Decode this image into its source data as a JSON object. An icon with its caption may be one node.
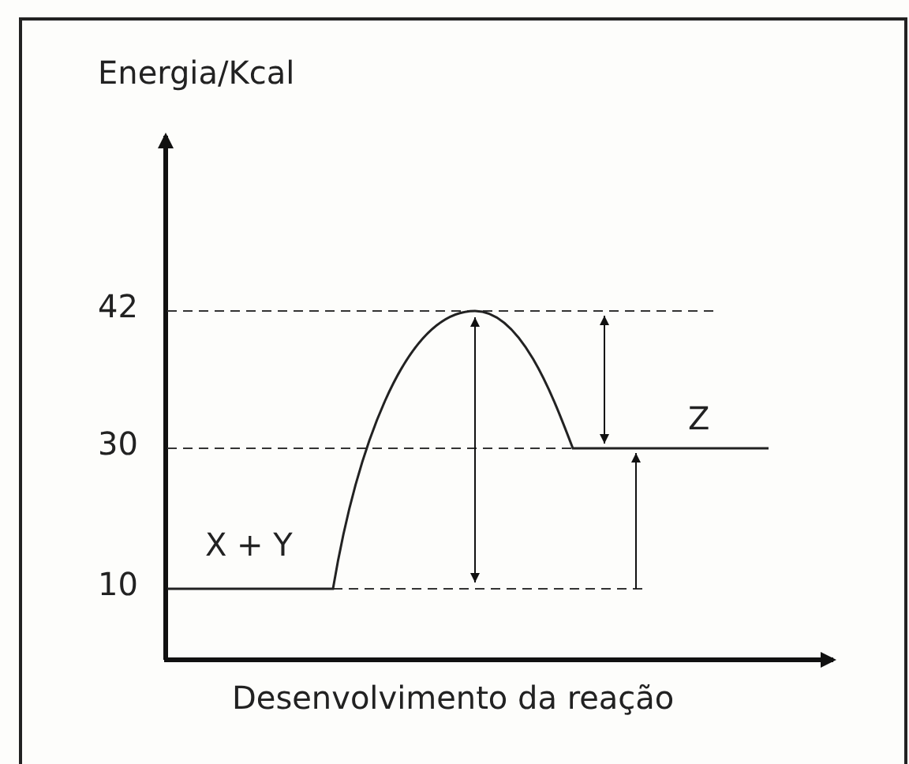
{
  "diagram": {
    "labels": [
      "Energia/Kcal",
      "42",
      "30",
      "X + Y",
      "Z",
      "10",
      "Desenvolvimento da reação"
    ]
  }
}
